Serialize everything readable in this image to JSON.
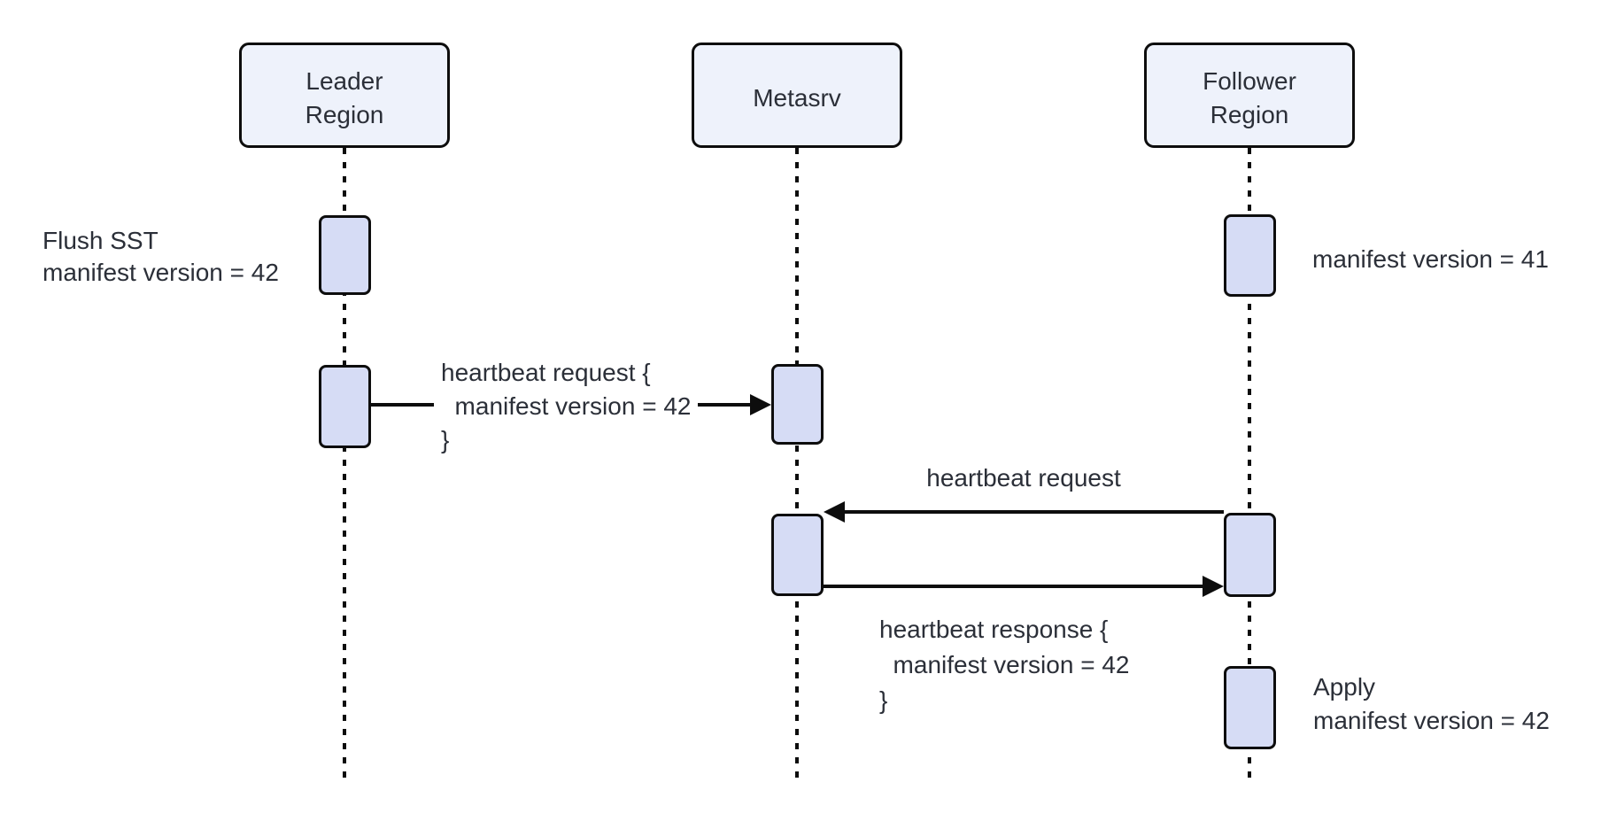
{
  "diagram_type": "sequence-diagram",
  "colors": {
    "background": "#ffffff",
    "participant_fill": "#eef2fb",
    "activation_fill": "#d6dcf5",
    "line": "#0d0d0d",
    "text": "#2b2f38"
  },
  "participants": [
    {
      "id": "leader-region",
      "label": "Leader\nRegion"
    },
    {
      "id": "metasrv",
      "label": "Metasrv"
    },
    {
      "id": "follower-region",
      "label": "Follower\nRegion"
    }
  ],
  "notes": [
    {
      "position": "left of Leader Region",
      "text": "Flush SST\nmanifest version = 42"
    },
    {
      "position": "right of Follower Region",
      "text": "manifest version = 41"
    },
    {
      "position": "right of Follower Region",
      "text": "Apply\nmanifest version = 42"
    }
  ],
  "messages": [
    {
      "from": "Leader Region",
      "to": "Metasrv",
      "text": "heartbeat request {\n  manifest version = 42\n}"
    },
    {
      "from": "Follower Region",
      "to": "Metasrv",
      "text": "heartbeat request"
    },
    {
      "from": "Metasrv",
      "to": "Follower Region",
      "text": "heartbeat response {\n  manifest version = 42\n}"
    }
  ]
}
